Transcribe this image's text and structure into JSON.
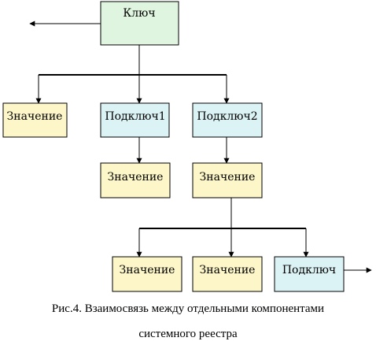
{
  "diagram": {
    "nodes": {
      "key": {
        "label": "Ключ",
        "fill": "#dff5df"
      },
      "value1": {
        "label": "Значение",
        "fill": "#fcf6c8"
      },
      "subkey1": {
        "label": "Подключ1",
        "fill": "#dcf3f6"
      },
      "subkey2": {
        "label": "Подключ2",
        "fill": "#dcf3f6"
      },
      "value2": {
        "label": "Значение",
        "fill": "#fcf6c8"
      },
      "value3": {
        "label": "Значение",
        "fill": "#fcf6c8"
      },
      "value4": {
        "label": "Значение",
        "fill": "#fcf6c8"
      },
      "value5": {
        "label": "Значение",
        "fill": "#fcf6c8"
      },
      "subkey3": {
        "label": "Подключ",
        "fill": "#dcf3f6"
      }
    },
    "caption_line1": "Рис.4. Взаимосвязь между отдельными компонентами",
    "caption_line2": "системного реестра"
  }
}
